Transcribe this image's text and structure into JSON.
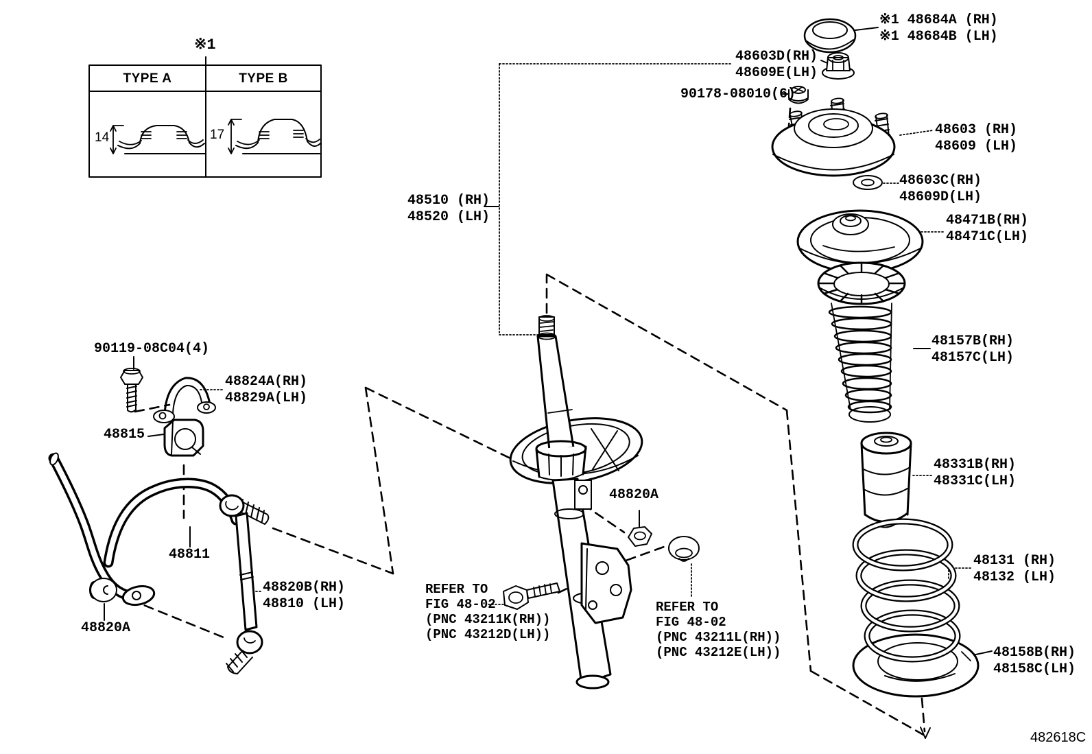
{
  "colors": {
    "ink": "#000000",
    "background": "#ffffff"
  },
  "note": {
    "marker": "※1"
  },
  "table": {
    "type_a": {
      "header": "TYPE A",
      "dimension": "14"
    },
    "type_b": {
      "header": "TYPE B",
      "dimension": "17"
    }
  },
  "labels": {
    "l48684": "※1 48684A (RH)\n※1 48684B (LH)",
    "l48603d": "48603D(RH)\n48609E(LH)",
    "l90178": "90178-08010(6)",
    "l48603": "48603 (RH)\n48609 (LH)",
    "l48603c": "48603C(RH)\n48609D(LH)",
    "l48471": "48471B(RH)\n48471C(LH)",
    "l48510": "48510 (RH)\n48520 (LH)",
    "l48157": "48157B(RH)\n48157C(LH)",
    "l48331": "48331B(RH)\n48331C(LH)",
    "l48131": "48131 (RH)\n48132 (LH)",
    "l48158": "48158B(RH)\n48158C(LH)",
    "l90119": "90119-08C04(4)",
    "l48824": "48824A(RH)\n48829A(LH)",
    "l48815": "48815",
    "l48811": "48811",
    "l48820b": "48820B(RH)\n48810 (LH)",
    "l48820a_left": "48820A",
    "l48820a_mid": "48820A"
  },
  "refer_left": "REFER TO\nFIG 48-02\n(PNC 43211K(RH))\n(PNC 43212D(LH))",
  "refer_right": "REFER TO\nFIG 48-02\n(PNC 43211L(RH))\n(PNC 43212E(LH))",
  "diagram_code": "482618C"
}
